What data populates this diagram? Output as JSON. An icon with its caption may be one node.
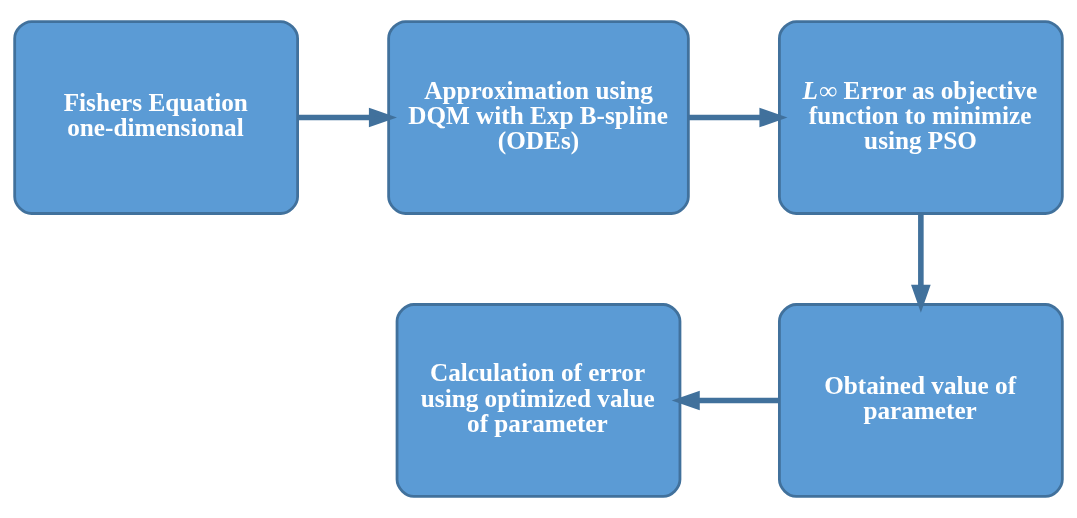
{
  "diagram": {
    "nodes": [
      {
        "text": [
          "Fishers Equation one-dimensional"
        ]
      },
      {
        "text": [
          "Approximation using DQM with Exp B-spline (ODEs)"
        ]
      },
      {
        "text": [
          "*L*∞ Error as objective function to minimize using PSO"
        ]
      },
      {
        "text": [
          "Obtained value of parameter"
        ]
      },
      {
        "text": [
          "Calculation of error using optimized value of parameter"
        ]
      }
    ],
    "edges": [
      {
        "from": 0,
        "to": 1,
        "arrow": "to"
      },
      {
        "from": 1,
        "to": 2,
        "arrow": "to"
      },
      {
        "from": 2,
        "to": 3,
        "arrow": "to"
      },
      {
        "from": 3,
        "to": 4,
        "arrow": "to"
      }
    ]
  }
}
